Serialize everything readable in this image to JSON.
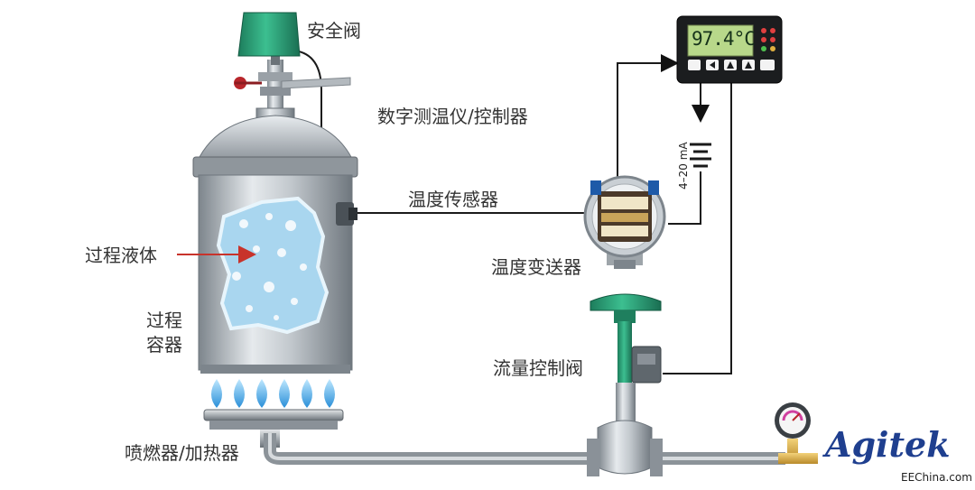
{
  "labels": {
    "safety_valve": "安全阀",
    "controller": "数字测温仪/控制器",
    "temp_sensor": "温度传感器",
    "process_fluid": "过程液体",
    "process_vessel": "过程容器",
    "transmitter": "温度变送器",
    "flow_valve": "流量控制阀",
    "burner": "喷燃器/加热器",
    "signal": "4–20 mA"
  },
  "display": {
    "reading": "97.4°C"
  },
  "branding": {
    "logo": "Agitek",
    "site": "EEChina.com"
  },
  "colors": {
    "valve_green": "#2aa37a",
    "lcd_green": "#b8d88a",
    "fluid_blue": "#a9d6ef",
    "steel": "#b9bfc4",
    "arrow_red": "#c8332b",
    "brand_blue": "#1f3f8f"
  }
}
